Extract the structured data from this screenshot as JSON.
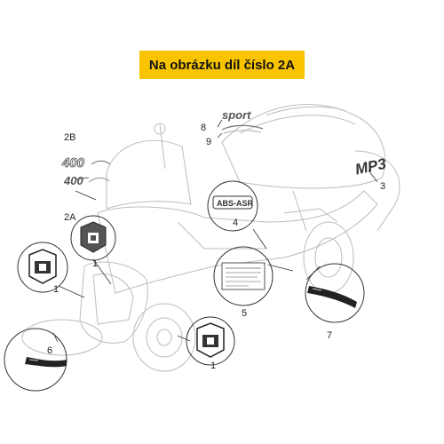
{
  "header": {
    "title": "Na obrázku díl číslo 2A"
  },
  "colors": {
    "banner": "#f8c400",
    "line": "#b9b9b9",
    "callout_line": "#333333"
  },
  "parts": {
    "p1a": "1",
    "p1b": "1",
    "p1c": "1",
    "p2a": "2A",
    "p2b": "2B",
    "p3": "3",
    "p4": "4",
    "p5": "5",
    "p6": "6",
    "p7": "7",
    "p8": "8",
    "p9": "9"
  },
  "decals": {
    "d400_top": "400",
    "d400_bottom": "400",
    "sport": "sport",
    "abs_asr": "ABS-ASR",
    "mp3": "MP3"
  },
  "icons": [
    "piaggio-badge-icon",
    "piaggio-badge-icon",
    "piaggio-badge-icon"
  ]
}
